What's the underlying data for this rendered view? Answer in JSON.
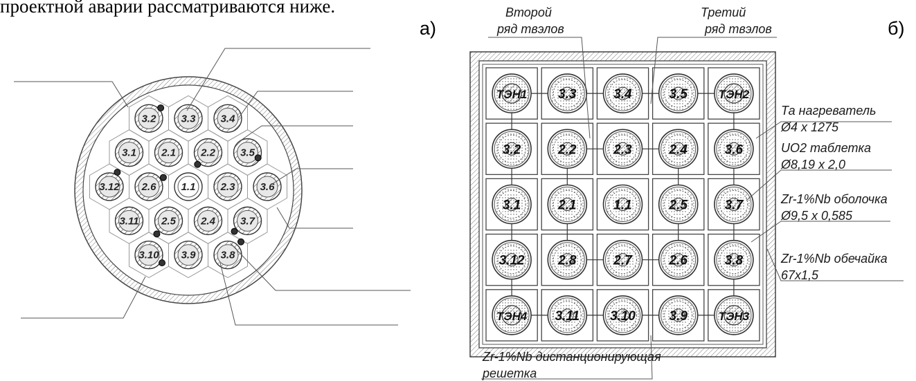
{
  "header_text": "проектной аварии рассматриваются ниже.",
  "panel_a": {
    "label": "а)",
    "center_rod": "1.1",
    "second_row": [
      "2.1",
      "2.2",
      "2.3",
      "2.4",
      "2.5",
      "2.6"
    ],
    "third_row": [
      "3.1",
      "3.2",
      "3.3",
      "3.4",
      "3.5",
      "3.6",
      "3.7",
      "3.8",
      "3.9",
      "3.10",
      "3.11",
      "3.12"
    ]
  },
  "panel_b": {
    "label": "б)",
    "grid": [
      [
        "ТЭН1",
        "3.3",
        "3.4",
        "3.5",
        "ТЭН2"
      ],
      [
        "3.2",
        "2.2",
        "2.3",
        "2.4",
        "3.6"
      ],
      [
        "3.1",
        "2.1",
        "1.1",
        "2.5",
        "3.7"
      ],
      [
        "3.12",
        "2.8",
        "2.7",
        "2.6",
        "3.8"
      ],
      [
        "ТЭН4",
        "3.11",
        "3.10",
        "3.9",
        "ТЭН3"
      ]
    ],
    "label_second_row": [
      "Второй",
      "ряд твэлов"
    ],
    "label_third_row": [
      "Третий",
      "ряд твэлов"
    ],
    "callouts": [
      {
        "line1": "Та нагреватель",
        "line2": "Ø4 x 1275"
      },
      {
        "line1": "UO2 таблетка",
        "line2": "Ø8,19 x 2,0"
      },
      {
        "line1": "Zr-1%Nb оболочка",
        "line2": "Ø9,5 x 0,585"
      },
      {
        "line1": "Zr-1%Nb обечайка",
        "line2": "67x1,5"
      }
    ],
    "bottom_label": [
      "Zr-1%Nb дистанционирующая",
      "решетка"
    ]
  }
}
